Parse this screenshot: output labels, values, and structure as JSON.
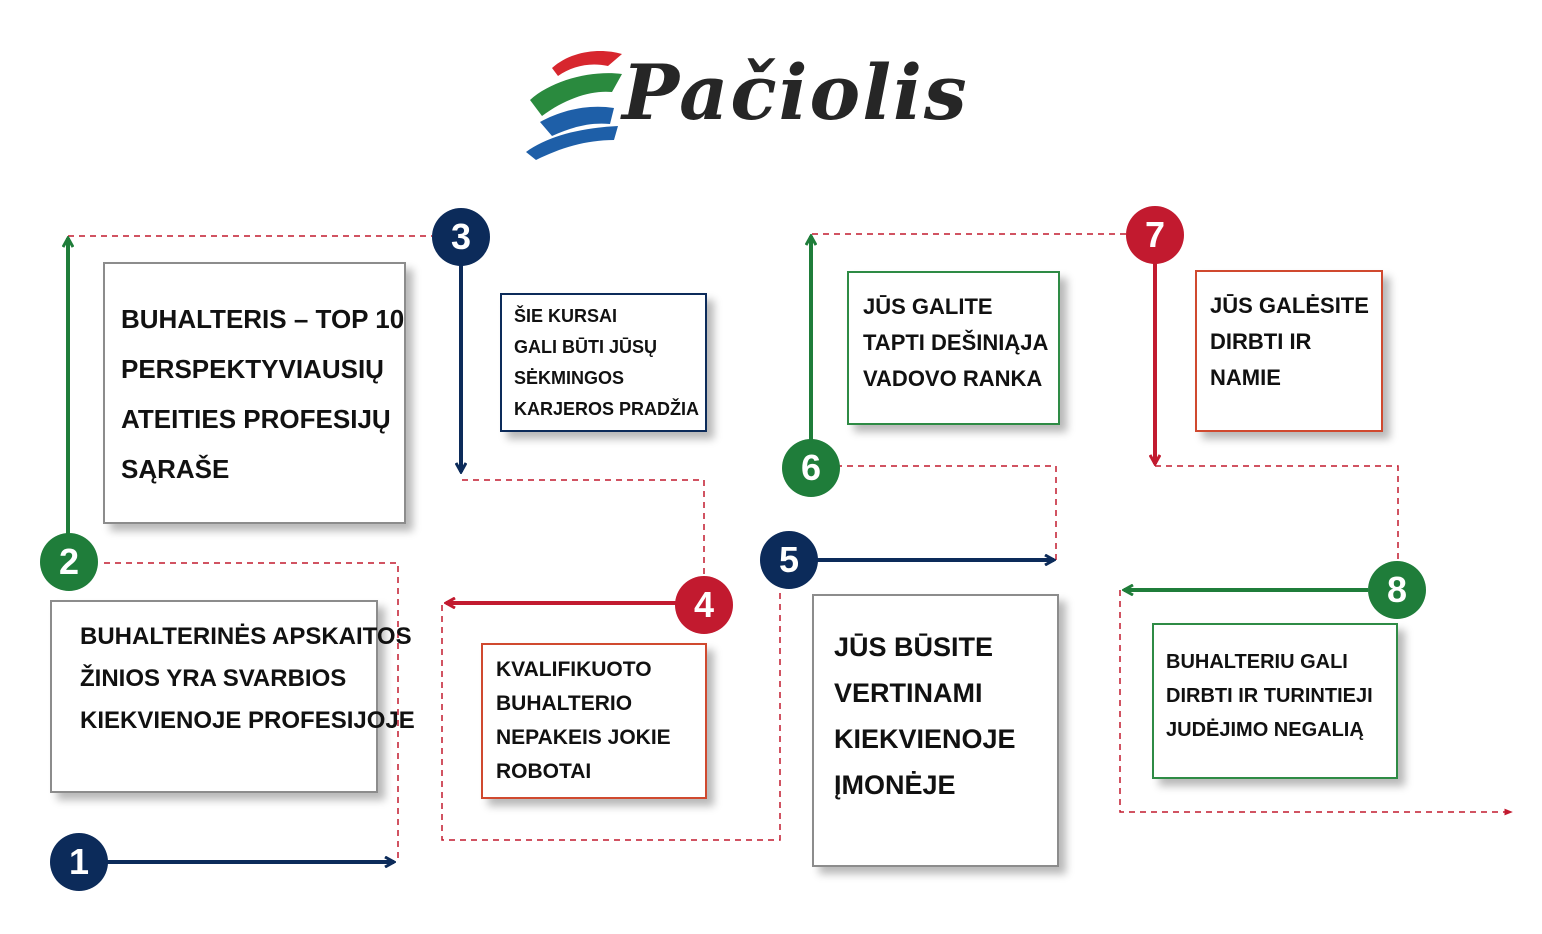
{
  "logo": {
    "text": "Pačiolis"
  },
  "colors": {
    "navy": "#0c2b5a",
    "green": "#1f7d3a",
    "red": "#c21a2f",
    "grey": "#8c8c8c",
    "dashed": "#c21a2f"
  },
  "steps": [
    {
      "number": "1",
      "color": "navy"
    },
    {
      "number": "2",
      "color": "green",
      "lines": [
        "BUHALTERINĖS APSKAITOS",
        "ŽINIOS YRA SVARBIOS",
        "KIEKVIENOJE PROFESIJOJE"
      ]
    },
    {
      "number": "3",
      "color": "navy",
      "lines": [
        "BUHALTERIS – TOP 10",
        "PERSPEKTYVIAUSIŲ",
        "ATEITIES PROFESIJŲ",
        "SĄRAŠE"
      ]
    },
    {
      "number": "4",
      "color": "red",
      "lines": [
        "ŠIE KURSAI",
        "GALI BŪTI JŪSŲ",
        "SĖKMINGOS",
        "KARJEROS PRADŽIA"
      ]
    },
    {
      "number": "5",
      "color": "navy",
      "lines": [
        "KVALIFIKUOTO",
        "BUHALTERIO",
        "NEPAKEIS JOKIE",
        "ROBOTAI"
      ]
    },
    {
      "number": "6",
      "color": "green",
      "lines": [
        "JŪS BŪSITE",
        "VERTINAMI",
        "KIEKVIENOJE",
        "ĮMONĖJE"
      ]
    },
    {
      "number": "7",
      "color": "red",
      "lines": [
        "JŪS GALITE",
        "TAPTI DEŠINIĄJA",
        "VADOVO RANKA"
      ]
    },
    {
      "number": "8",
      "color": "green",
      "lines": [
        "JŪS GALĖSITE",
        "DIRBTI IR",
        "NAMIE"
      ]
    },
    {
      "extra": true,
      "lines": [
        "BUHALTERIU GALI",
        "DIRBTI IR TURINTIEJI",
        "JUDĖJIMO NEGALIĄ"
      ]
    }
  ]
}
